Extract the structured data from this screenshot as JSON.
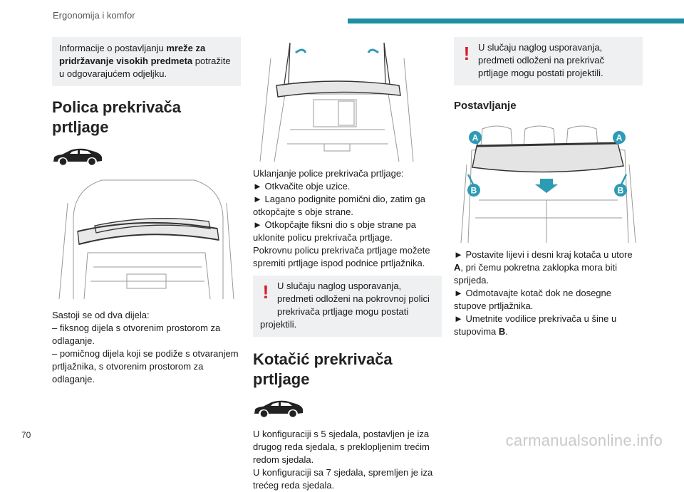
{
  "header": {
    "section": "Ergonomija i komfor"
  },
  "page_number": "70",
  "col1": {
    "info_pre": "Informacije o postavljanju ",
    "info_bold": "mreže za pridržavanje visokih predmeta",
    "info_post": " potražite u odgovarajućem odjeljku.",
    "title": "Polica prekrivača prtljage",
    "desc": [
      "Sastoji se od dva dijela:",
      "– fiksnog dijela s otvorenim prostorom za odlaganje.",
      "– pomičnog dijela koji se podiže s otvaranjem prtljažnika, s otvorenim prostorom za odlaganje."
    ]
  },
  "col2": {
    "steps": [
      "Uklanjanje police prekrivača prtljage:",
      "► Otkvačite obje uzice.",
      "► Lagano podignite pomični dio, zatim ga otkopčajte s obje strane.",
      "► Otkopčajte fiksni dio s obje strane pa uklonite policu prekrivača prtljage.",
      "Pokrovnu policu prekrivača prtljage možete spremiti prtljage ispod podnice prtljažnika."
    ],
    "warning": "U slučaju naglog usporavanja, predmeti odloženi na pokrovnoj polici prekrivača prtljage mogu postati projektili.",
    "title": "Kotačić prekrivača prtljage",
    "config": [
      "U konfiguraciji s 5 sjedala, postavljen je iza drugog reda sjedala, s preklopljenim trećim redom sjedala.",
      "U konfiguraciji sa 7 sjedala, spremljen je iza trećeg reda sjedala."
    ]
  },
  "col3": {
    "warning": "U slučaju naglog usporavanja, predmeti odloženi na prekrivač prtljage mogu postati projektili.",
    "subtitle": "Postavljanje",
    "label_a": "A",
    "label_b": "B",
    "s1_pre": "► Postavite lijevi i desni kraj kotača u utore ",
    "s1_bold": "A",
    "s1_post": ", pri čemu pokretna zaklopka mora biti sprijeda.",
    "s2": "► Odmotavajte kotač dok ne dosegne stupove prtljažnika.",
    "s3_pre": "► Umetnite vodilice prekrivača u šine u stupovima ",
    "s3_bold": "B",
    "s3_post": "."
  },
  "watermark": "carmanualsonline.info",
  "colors": {
    "accent_bar": "#1d8ea3",
    "warning": "#d81b2a",
    "label_circle": "#2e9bb5",
    "box_bg": "#eef0f1"
  }
}
